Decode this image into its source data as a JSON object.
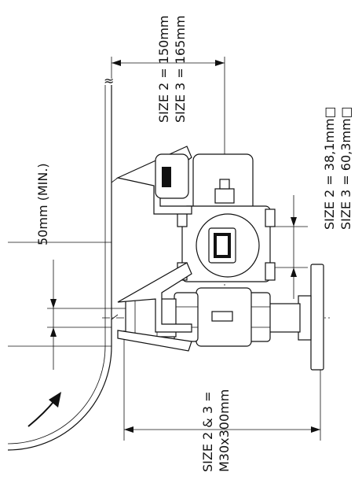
{
  "labels": {
    "clearance": "50mm (MIN.)",
    "length_size2": "SIZE 2 = 150mm",
    "length_size3": "SIZE 3 = 165mm",
    "square_size2": "SIZE 2 = 38,1mm□",
    "square_size3": "SIZE 3 = 60,3mm□",
    "stem_line1": "SIZE 2 & 3 =",
    "stem_line2": "M30x300mm"
  },
  "symbols": {
    "break_mark": "≈"
  }
}
